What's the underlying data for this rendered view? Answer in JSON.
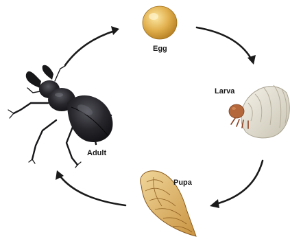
{
  "stages": [
    {
      "id": "egg",
      "label": "Egg"
    },
    {
      "id": "larva",
      "label": "Larva"
    },
    {
      "id": "pupa",
      "label": "Pupa"
    },
    {
      "id": "adult",
      "label": "Adult"
    }
  ],
  "colors": {
    "background": "#ffffff",
    "arrow": "#1a1a1a",
    "egg": "#d4a23c",
    "larva": "#e6e2d4",
    "pupa": "#d8ab58",
    "adult": "#1e1e22"
  }
}
